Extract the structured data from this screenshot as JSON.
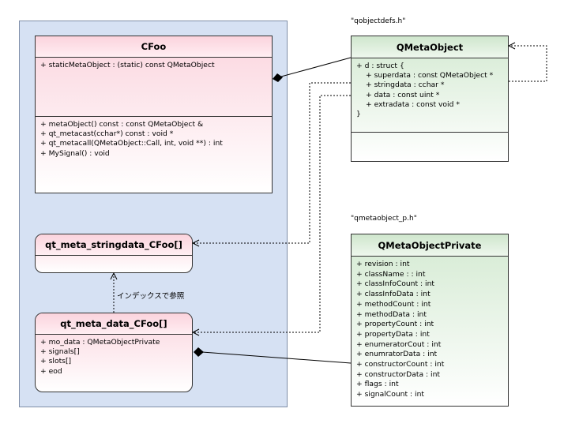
{
  "file_labels": {
    "qobjectdefs": "\"qobjectdefs.h\"",
    "qmetaobject_p": "\"qmetaobject_p.h\""
  },
  "classes": {
    "cfoo": {
      "name": "CFoo",
      "attributes": [
        "+ staticMetaObject : (static) const QMetaObject"
      ],
      "operations": [
        "+ metaObject() const : const QMetaObject &",
        "+ qt_metacast(cchar*) const : void *",
        "+ qt_metacall(QMetaObject::Call, int, void **) : int",
        "+ MySignal() : void"
      ]
    },
    "stringdata": {
      "name": "qt_meta_stringdata_CFoo[]"
    },
    "metadata": {
      "name": "qt_meta_data_CFoo[]",
      "attributes": [
        "+ mo_data : QMetaObjectPrivate",
        "+ signals[]",
        "+ slots[]",
        "+ eod"
      ]
    },
    "qmetaobject": {
      "name": "QMetaObject",
      "attributes": [
        "+ d : struct {",
        "+ superdata : const QMetaObject *",
        "+ stringdata : cchar *",
        "+ data : const uint *",
        "+ extradata : const void *",
        "}"
      ]
    },
    "qmetaobjectprivate": {
      "name": "QMetaObjectPrivate",
      "attributes": [
        "+ revision : int",
        "+ className : : int",
        "+ classInfoCount : int",
        "+ classInfoData : int",
        "+ methodCount : int",
        "+ methodData : int",
        "+ propertyCount : int",
        "+ propertyData : int",
        "+ enumeratorCout : int",
        "+ enumratorData : int",
        "+ constructorCount : int",
        "+ constructorData : int",
        "+ flags : int",
        "+ signalCount : int"
      ]
    }
  },
  "edge_labels": {
    "index_ref": "インデックスで参照"
  },
  "colors": {
    "package_fill": "#d6e1f3",
    "cfoo_fill": "#fbd6df",
    "external_fill": "#d4ead2"
  }
}
